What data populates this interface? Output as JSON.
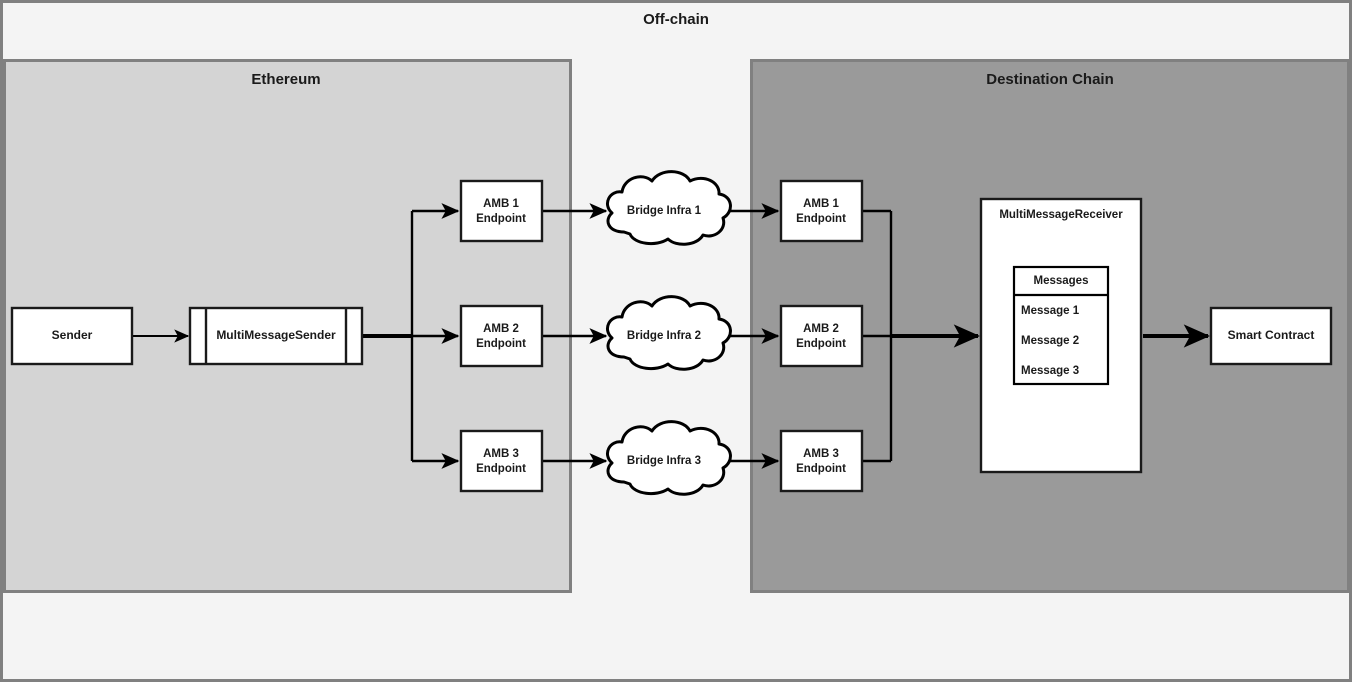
{
  "diagram": {
    "title": "Off-chain",
    "outer_bg": "#f4f4f4",
    "outer_border": "#808080",
    "edge_color": "#000000",
    "node_fill": "#ffffff",
    "node_border": "#1a1a1a"
  },
  "panels": {
    "ethereum": {
      "title": "Ethereum",
      "bg": "#d4d4d4",
      "border": "#808080"
    },
    "destination": {
      "title": "Destination Chain",
      "bg": "#9a9a9a",
      "border": "#808080"
    }
  },
  "nodes": {
    "sender": {
      "label": "Sender"
    },
    "multi_message_sender": {
      "label": "MultiMessageSender"
    },
    "source_endpoints": [
      {
        "line1": "AMB 1",
        "line2": "Endpoint"
      },
      {
        "line1": "AMB 2",
        "line2": "Endpoint"
      },
      {
        "line1": "AMB 3",
        "line2": "Endpoint"
      }
    ],
    "bridges": [
      {
        "label": "Bridge Infra 1"
      },
      {
        "label": "Bridge Infra 2"
      },
      {
        "label": "Bridge Infra 3"
      }
    ],
    "dest_endpoints": [
      {
        "line1": "AMB 1",
        "line2": "Endpoint"
      },
      {
        "line1": "AMB 2",
        "line2": "Endpoint"
      },
      {
        "line1": "AMB 3",
        "line2": "Endpoint"
      }
    ],
    "multi_message_receiver": {
      "label": "MultiMessageReceiver",
      "table": {
        "header": "Messages",
        "rows": [
          "Message 1",
          "Message 2",
          "Message 3"
        ]
      }
    },
    "smart_contract": {
      "label": "Smart Contract"
    }
  }
}
